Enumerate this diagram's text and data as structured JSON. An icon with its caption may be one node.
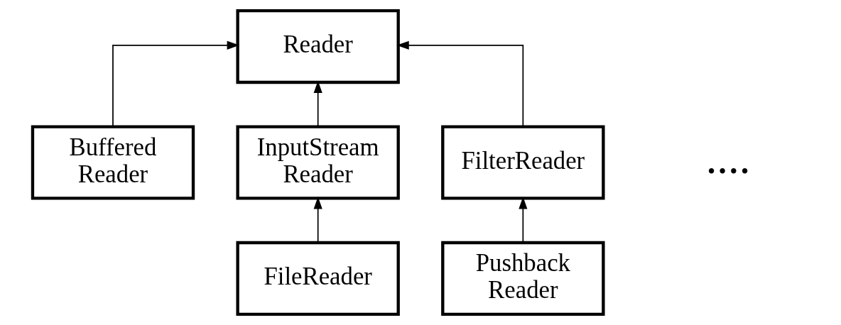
{
  "diagram": {
    "nodes": [
      {
        "text": [
          "Reader"
        ]
      },
      {
        "text": [
          "Buffered Reader"
        ]
      },
      {
        "text": [
          "InputStream Reader"
        ]
      },
      {
        "text": [
          "FilterReader"
        ]
      },
      {
        "text": [
          "FileReader"
        ]
      },
      {
        "text": [
          "Pushback Reader"
        ]
      }
    ],
    "edges": [
      {
        "from": 1,
        "to": 0,
        "arrow": "to"
      },
      {
        "from": 2,
        "to": 0,
        "arrow": "to"
      },
      {
        "from": 3,
        "to": 0,
        "arrow": "to"
      },
      {
        "from": 4,
        "to": 2,
        "arrow": "to"
      },
      {
        "from": 5,
        "to": 3,
        "arrow": "to"
      }
    ],
    "labels": [
      "...."
    ]
  }
}
